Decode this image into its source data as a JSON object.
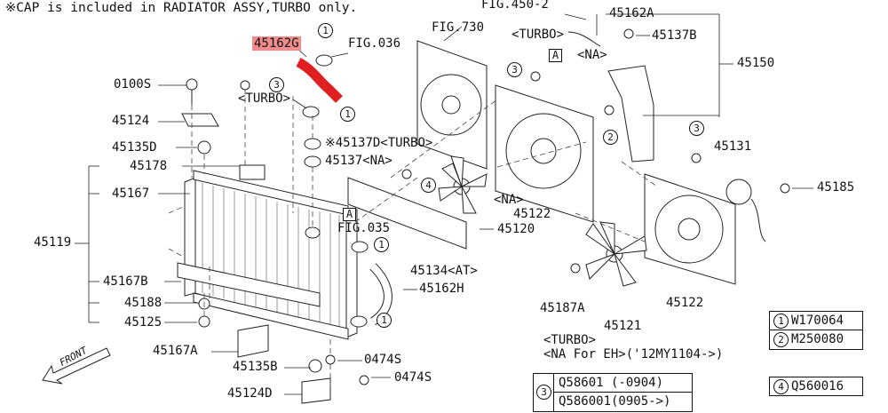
{
  "note": "※CAP is included in RADIATOR ASSY,TURBO only.",
  "labels": {
    "fig450": "FIG.450-2",
    "p45162a": "45162A",
    "p45137b": "45137B",
    "turbo1": "<TURBO>",
    "na1": "<NA>",
    "p45150": "45150",
    "fig730": "FIG.730",
    "p45162g": "45162G",
    "fig036": "FIG.036",
    "p0100s": "0100S",
    "turbo2": "<TURBO>",
    "p45124": "45124",
    "p45135d": "45135D",
    "p45137d": "※45137D<TURBO>",
    "p45137na": "45137<NA>",
    "p45178": "45178",
    "p45167": "45167",
    "p45119": "45119",
    "figA1": "A",
    "figA2": "A",
    "fig035": "FIG.035",
    "na2": "<NA>",
    "p45122a": "45122",
    "p45120": "45120",
    "p45131": "45131",
    "p45185": "45185",
    "p45134": "45134<AT>",
    "p45162h": "45162H",
    "p45167b": "45167B",
    "p45188": "45188",
    "p45125": "45125",
    "p45187a": "45187A",
    "p45121": "45121",
    "p45122b": "45122",
    "turbo3": "<TURBO>",
    "na_eh": "<NA For EH>('12MY1104->)",
    "p45167a": "45167A",
    "p45135b": "45135B",
    "p0474s1": "0474S",
    "p0474s2": "0474S",
    "p45124d": "45124D",
    "front": "FRONT"
  },
  "callout_nums": {
    "c1": "1",
    "c2": "2",
    "c3": "3",
    "c4": "4"
  },
  "legend": {
    "r1_num": "1",
    "r1_val": "W170064",
    "r2_num": "2",
    "r2_val": "M250080",
    "r3_num": "3",
    "r3_val1": "Q58601 (-0904)",
    "r3_val2": "Q586001(0905->)",
    "r4_num": "4",
    "r4_val": "Q560016"
  },
  "colors": {
    "highlight": "#f28b8b",
    "hose": "#e02020",
    "line": "#222222"
  }
}
